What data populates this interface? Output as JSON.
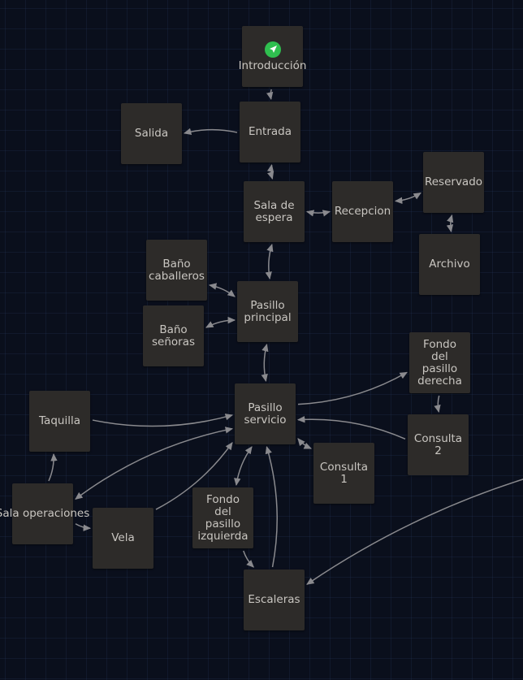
{
  "nodes": {
    "introduccion": {
      "label": "Introducción",
      "start": true
    },
    "entrada": {
      "label": "Entrada"
    },
    "salida": {
      "label": "Salida"
    },
    "sala_espera": {
      "label": "Sala de\nespera"
    },
    "recepcion": {
      "label": "Recepcion"
    },
    "reservado": {
      "label": "Reservado"
    },
    "archivo": {
      "label": "Archivo"
    },
    "bano_caballeros": {
      "label": "Baño\ncaballeros"
    },
    "bano_senoras": {
      "label": "Baño\nseñoras"
    },
    "pasillo_principal": {
      "label": "Pasillo\nprincipal"
    },
    "fondo_derecha": {
      "label": "Fondo\ndel\npasillo\nderecha"
    },
    "taquilla": {
      "label": "Taquilla"
    },
    "pasillo_servicio": {
      "label": "Pasillo\nservicio"
    },
    "consulta2": {
      "label": "Consulta\n2"
    },
    "consulta1": {
      "label": "Consulta\n1"
    },
    "sala_operaciones": {
      "label": "Sala\noperaciones"
    },
    "vela": {
      "label": "Vela"
    },
    "fondo_izquierda": {
      "label": "Fondo\ndel\npasillo\nizquierda"
    },
    "escaleras": {
      "label": "Escaleras"
    }
  },
  "edges": [
    {
      "from": "introduccion",
      "to": "entrada"
    },
    {
      "from": "entrada",
      "to": "salida"
    },
    {
      "from": "entrada",
      "to": "sala_espera",
      "bidirectional": true
    },
    {
      "from": "sala_espera",
      "to": "recepcion",
      "bidirectional": true
    },
    {
      "from": "recepcion",
      "to": "reservado",
      "bidirectional": true
    },
    {
      "from": "reservado",
      "to": "archivo",
      "bidirectional": true
    },
    {
      "from": "sala_espera",
      "to": "pasillo_principal",
      "bidirectional": true
    },
    {
      "from": "pasillo_principal",
      "to": "bano_caballeros",
      "bidirectional": true
    },
    {
      "from": "pasillo_principal",
      "to": "bano_senoras",
      "bidirectional": true
    },
    {
      "from": "pasillo_principal",
      "to": "pasillo_servicio",
      "bidirectional": true
    },
    {
      "from": "pasillo_servicio",
      "to": "fondo_derecha"
    },
    {
      "from": "fondo_derecha",
      "to": "consulta2"
    },
    {
      "from": "consulta2",
      "to": "pasillo_servicio"
    },
    {
      "from": "pasillo_servicio",
      "to": "consulta1",
      "bidirectional": true
    },
    {
      "from": "taquilla",
      "to": "pasillo_servicio"
    },
    {
      "from": "pasillo_servicio",
      "to": "sala_operaciones",
      "bidirectional": true
    },
    {
      "from": "sala_operaciones",
      "to": "taquilla"
    },
    {
      "from": "sala_operaciones",
      "to": "vela"
    },
    {
      "from": "vela",
      "to": "pasillo_servicio"
    },
    {
      "from": "pasillo_servicio",
      "to": "fondo_izquierda",
      "bidirectional": true
    },
    {
      "from": "fondo_izquierda",
      "to": "escaleras"
    },
    {
      "from": "escaleras",
      "to": "pasillo_servicio"
    },
    {
      "from": "offscreen",
      "to": "escaleras"
    }
  ],
  "colors": {
    "background": "#0a0f1c",
    "node": "#2d2b29",
    "node_text": "#c9c6c1",
    "edge": "#8a8a8e",
    "start_icon": "#2fbf4f"
  },
  "icons": {
    "start": "rocket-icon"
  }
}
